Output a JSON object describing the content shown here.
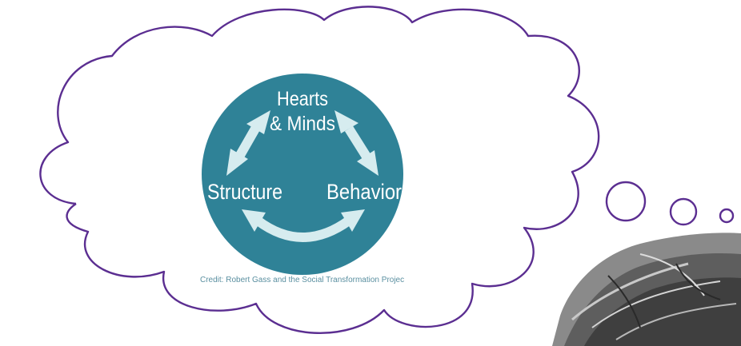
{
  "diagram": {
    "circle_color": "#2f8297",
    "arrow_color": "#d6ecef",
    "cloud_outline_color": "#5b2e91",
    "node_top_line1": "Hearts",
    "node_top_line2": "& Minds",
    "node_left": "Structure",
    "node_right": "Behavior"
  },
  "credit": "Credit: Robert Gass and the Social Transformation Projec"
}
